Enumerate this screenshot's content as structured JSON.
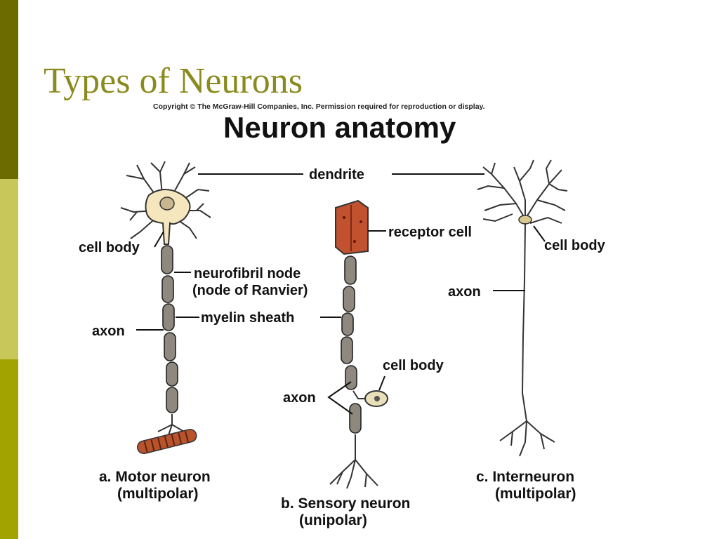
{
  "slide": {
    "title": "Types of Neurons",
    "accent_colors": [
      "#6b6b00",
      "#c8c85a",
      "#a3a300"
    ]
  },
  "figure": {
    "copyright": "Copyright © The McGraw-Hill Companies, Inc. Permission required for reproduction or display.",
    "title": "Neuron anatomy",
    "labels": {
      "dendrite": "dendrite",
      "cell_body_a": "cell body",
      "neurofibril_node": "neurofibril node",
      "node_of_ranvier": "(node of Ranvier)",
      "myelin_sheath": "myelin sheath",
      "axon_a": "axon",
      "receptor_cell": "receptor cell",
      "cell_body_b": "cell body",
      "axon_b": "axon",
      "cell_body_c": "cell body",
      "axon_c": "axon"
    },
    "captions": {
      "a_name": "a. Motor neuron",
      "a_type": "(multipolar)",
      "b_name": "b. Sensory neuron",
      "b_type": "(unipolar)",
      "c_name": "c. Interneuron",
      "c_type": "(multipolar)"
    }
  }
}
